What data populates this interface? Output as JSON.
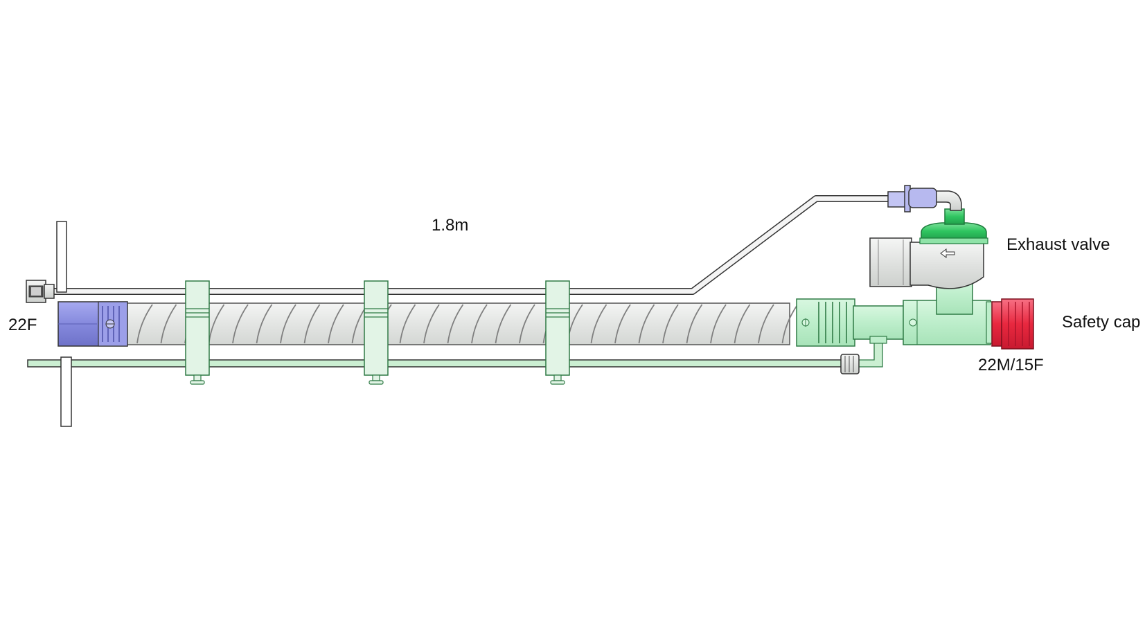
{
  "labels": {
    "length": "1.8m",
    "inlet_connector": "22F",
    "exhaust_valve": "Exhaust valve",
    "safety_cap": "Safety cap",
    "outlet_connector": "22M/15F"
  },
  "colors": {
    "background": "#ffffff",
    "outline": "#333333",
    "hose_fill": "#e9ebe9",
    "hose_spiral": "#8a8a8a",
    "clip_fill": "#e2f4e6",
    "clip_stroke": "#2f7a45",
    "green_line": "#c8eecf",
    "green_part": "#c4f0d0",
    "green_cap": "#29c25a",
    "blue_connector": "#8b8fe0",
    "blue_line_connector": "#b7b9ef",
    "red_cap": "#e8283f",
    "grey_part": "#e5e7e5"
  },
  "icons": {
    "direction_arrow": "arrow-left-icon"
  }
}
